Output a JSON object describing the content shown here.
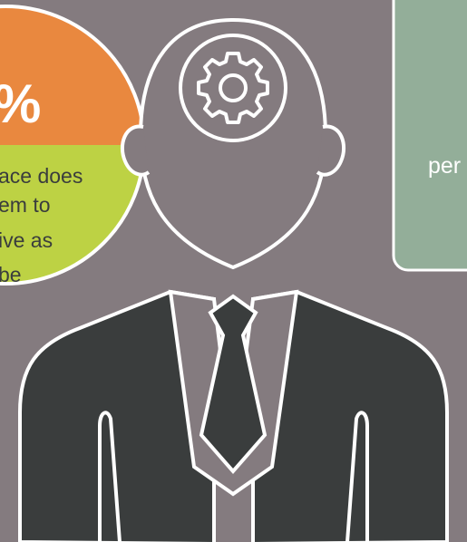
{
  "colors": {
    "background": "#847b7f",
    "pie_top": "#e9883f",
    "pie_bottom": "#bdd244",
    "card": "#93ae99",
    "suit": "#3a3d3d",
    "outline": "#ffffff",
    "head": "#847b7f",
    "text_dark": "#3a3d3d",
    "text_light": "#ffffff"
  },
  "icons": {
    "head_emblem": "gear-icon"
  },
  "stat_bubble": {
    "percent": "%",
    "caption_lines": [
      "ace does",
      "em to",
      "ive as",
      "be"
    ]
  },
  "info_card": {
    "text": "per"
  }
}
